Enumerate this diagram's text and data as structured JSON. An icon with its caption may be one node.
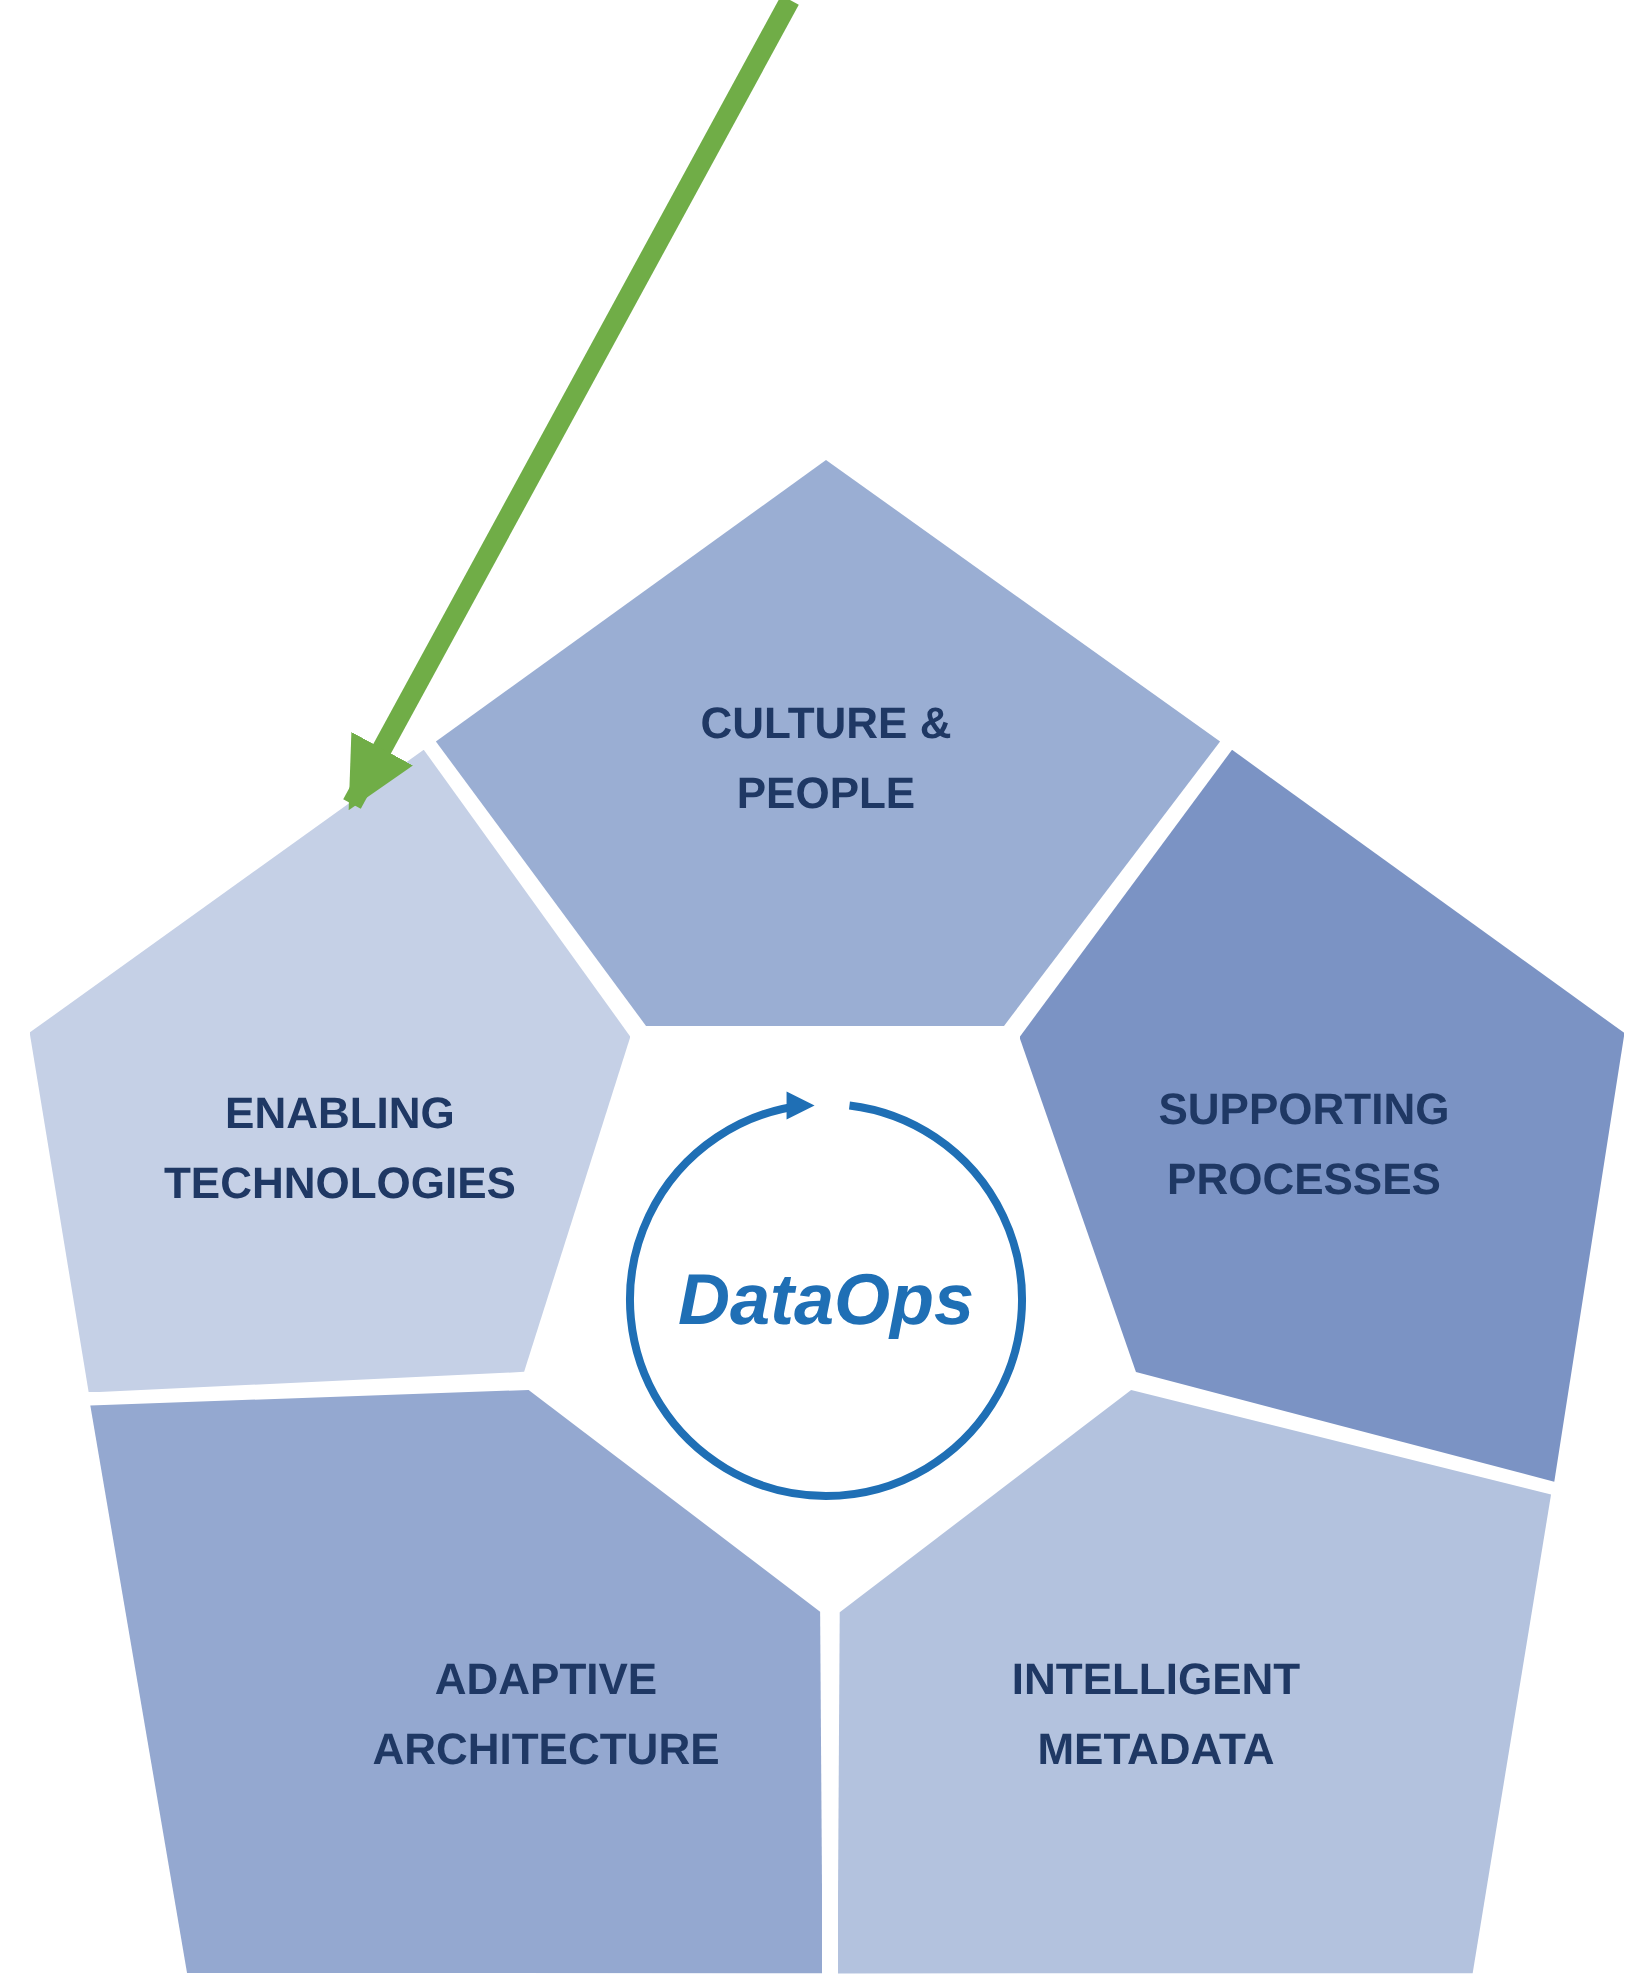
{
  "diagram": {
    "nodes": [
      {
        "text": [
          "CULTURE & PEOPLE"
        ]
      },
      {
        "text": [
          "SUPPORTING PROCESSES"
        ]
      },
      {
        "text": [
          "INTELLIGENT METADATA"
        ]
      },
      {
        "text": [
          "ADAPTIVE ARCHITECTURE"
        ]
      },
      {
        "text": [
          "ENABLING TECHNOLOGIES"
        ]
      },
      {
        "text": [
          "DataOps"
        ]
      }
    ],
    "edges": [
      {
        "from": null,
        "to": 4,
        "arrow": "to",
        "color": "#70ad47"
      }
    ]
  }
}
